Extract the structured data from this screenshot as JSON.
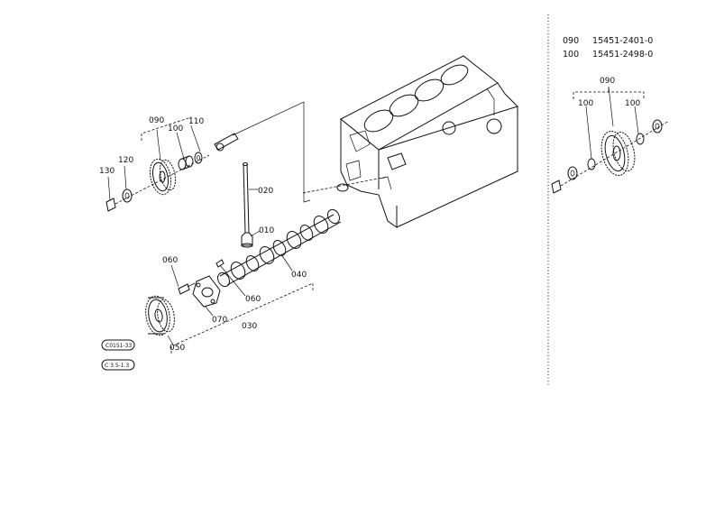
{
  "parts_table": [
    {
      "ref": "090",
      "part_no": "15451-2401-0"
    },
    {
      "ref": "100",
      "part_no": "15451-2498-0"
    }
  ],
  "callouts": {
    "c010": "010",
    "c020": "020",
    "c030": "030",
    "c040": "040",
    "c050": "050",
    "c060a": "060",
    "c060b": "060",
    "c070": "070",
    "c090_left": "090",
    "c100_left": "100",
    "c110": "110",
    "c120": "120",
    "c130": "130",
    "c090_right": "090",
    "c100_right_a": "100",
    "c100_right_b": "100"
  },
  "tags": {
    "tag1": "C0151-33",
    "tag2": "C 3.5-1.3"
  }
}
